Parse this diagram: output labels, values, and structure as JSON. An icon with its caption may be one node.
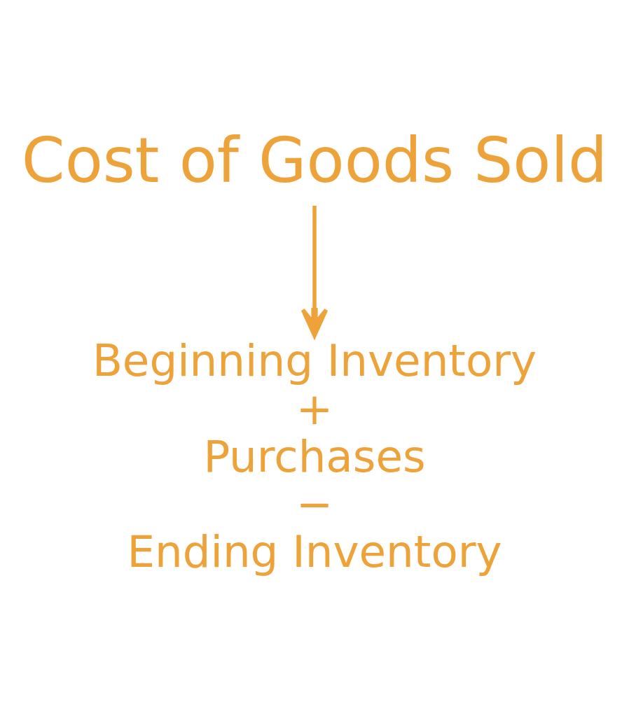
{
  "diagram": {
    "nodes": [
      {
        "text": [
          "Cost of Goods Sold"
        ]
      },
      {
        "text": [
          "Beginning Inventory",
          "+",
          "Purchases",
          "−",
          "Ending Inventory"
        ]
      }
    ],
    "edges": [
      {
        "from": 0,
        "to": 1,
        "arrow": "to"
      }
    ]
  }
}
